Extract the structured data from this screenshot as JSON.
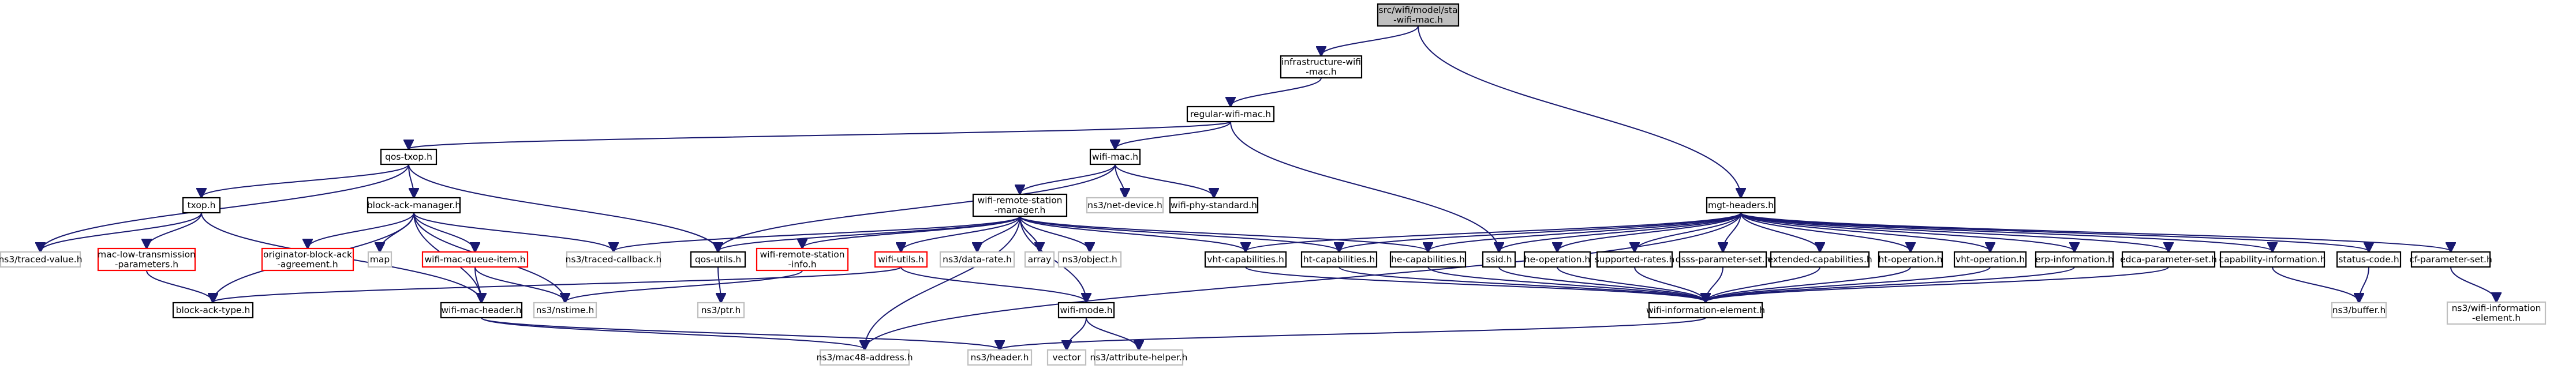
{
  "graph": {
    "colors": {
      "edge": "#191970",
      "node_border": "#000000",
      "current_fill": "#bfbfbf",
      "missing_border": "#bfbfbf",
      "truncated_border": "#ff0000"
    },
    "nodes": [
      {
        "id": "root",
        "lines": [
          "src/wifi/model/sta",
          "-wifi-mac.h"
        ],
        "style": "current"
      },
      {
        "id": "infra",
        "lines": [
          "infrastructure-wifi",
          "-mac.h"
        ],
        "style": "normal"
      },
      {
        "id": "regular",
        "lines": [
          "regular-wifi-mac.h"
        ],
        "style": "normal"
      },
      {
        "id": "qostxop",
        "lines": [
          "qos-txop.h"
        ],
        "style": "normal"
      },
      {
        "id": "wifimac",
        "lines": [
          "wifi-mac.h"
        ],
        "style": "normal"
      },
      {
        "id": "mgt",
        "lines": [
          "mgt-headers.h"
        ],
        "style": "normal"
      },
      {
        "id": "txop",
        "lines": [
          "txop.h"
        ],
        "style": "normal"
      },
      {
        "id": "bam",
        "lines": [
          "block-ack-manager.h"
        ],
        "style": "normal"
      },
      {
        "id": "wrsm",
        "lines": [
          "wifi-remote-station",
          "-manager.h"
        ],
        "style": "normal"
      },
      {
        "id": "netdev",
        "lines": [
          "ns3/net-device.h"
        ],
        "style": "missing"
      },
      {
        "id": "phystd",
        "lines": [
          "wifi-phy-standard.h"
        ],
        "style": "normal"
      },
      {
        "id": "tracedval",
        "lines": [
          "ns3/traced-value.h"
        ],
        "style": "missing"
      },
      {
        "id": "maclow",
        "lines": [
          "mac-low-transmission",
          "-parameters.h"
        ],
        "style": "truncated"
      },
      {
        "id": "origbam",
        "lines": [
          "originator-block-ack",
          "-agreement.h"
        ],
        "style": "truncated"
      },
      {
        "id": "map",
        "lines": [
          "map"
        ],
        "style": "missing"
      },
      {
        "id": "queueitem",
        "lines": [
          "wifi-mac-queue-item.h"
        ],
        "style": "truncated"
      },
      {
        "id": "tracedcb",
        "lines": [
          "ns3/traced-callback.h"
        ],
        "style": "missing"
      },
      {
        "id": "qosutils",
        "lines": [
          "qos-utils.h"
        ],
        "style": "normal"
      },
      {
        "id": "wrsinfo",
        "lines": [
          "wifi-remote-station",
          "-info.h"
        ],
        "style": "truncated"
      },
      {
        "id": "wifiutils",
        "lines": [
          "wifi-utils.h"
        ],
        "style": "truncated"
      },
      {
        "id": "datarate",
        "lines": [
          "ns3/data-rate.h"
        ],
        "style": "missing"
      },
      {
        "id": "array",
        "lines": [
          "array"
        ],
        "style": "missing"
      },
      {
        "id": "object",
        "lines": [
          "ns3/object.h"
        ],
        "style": "missing"
      },
      {
        "id": "vhtcap",
        "lines": [
          "vht-capabilities.h"
        ],
        "style": "normal"
      },
      {
        "id": "htcap",
        "lines": [
          "ht-capabilities.h"
        ],
        "style": "normal"
      },
      {
        "id": "hecap",
        "lines": [
          "he-capabilities.h"
        ],
        "style": "normal"
      },
      {
        "id": "ssid",
        "lines": [
          "ssid.h"
        ],
        "style": "normal"
      },
      {
        "id": "heop",
        "lines": [
          "he-operation.h"
        ],
        "style": "normal"
      },
      {
        "id": "suprates",
        "lines": [
          "supported-rates.h"
        ],
        "style": "normal"
      },
      {
        "id": "dsss",
        "lines": [
          "dsss-parameter-set.h"
        ],
        "style": "normal"
      },
      {
        "id": "extcap",
        "lines": [
          "extended-capabilities.h"
        ],
        "style": "normal"
      },
      {
        "id": "htop",
        "lines": [
          "ht-operation.h"
        ],
        "style": "normal"
      },
      {
        "id": "vhtop",
        "lines": [
          "vht-operation.h"
        ],
        "style": "normal"
      },
      {
        "id": "erp",
        "lines": [
          "erp-information.h"
        ],
        "style": "normal"
      },
      {
        "id": "edca",
        "lines": [
          "edca-parameter-set.h"
        ],
        "style": "normal"
      },
      {
        "id": "capinfo",
        "lines": [
          "capability-information.h"
        ],
        "style": "normal"
      },
      {
        "id": "status",
        "lines": [
          "status-code.h"
        ],
        "style": "normal"
      },
      {
        "id": "cfparam",
        "lines": [
          "cf-parameter-set.h"
        ],
        "style": "normal"
      },
      {
        "id": "bat",
        "lines": [
          "block-ack-type.h"
        ],
        "style": "normal"
      },
      {
        "id": "macheader",
        "lines": [
          "wifi-mac-header.h"
        ],
        "style": "normal"
      },
      {
        "id": "nstime",
        "lines": [
          "ns3/nstime.h"
        ],
        "style": "missing"
      },
      {
        "id": "ptr",
        "lines": [
          "ns3/ptr.h"
        ],
        "style": "missing"
      },
      {
        "id": "wifimode",
        "lines": [
          "wifi-mode.h"
        ],
        "style": "normal"
      },
      {
        "id": "wie",
        "lines": [
          "wifi-information-element.h"
        ],
        "style": "normal"
      },
      {
        "id": "buffer",
        "lines": [
          "ns3/buffer.h"
        ],
        "style": "missing"
      },
      {
        "id": "wiie",
        "lines": [
          "ns3/wifi-information",
          "-element.h"
        ],
        "style": "missing"
      },
      {
        "id": "mac48",
        "lines": [
          "ns3/mac48-address.h"
        ],
        "style": "missing"
      },
      {
        "id": "header",
        "lines": [
          "ns3/header.h"
        ],
        "style": "missing"
      },
      {
        "id": "vector",
        "lines": [
          "vector"
        ],
        "style": "missing"
      },
      {
        "id": "attrhelper",
        "lines": [
          "ns3/attribute-helper.h"
        ],
        "style": "missing"
      }
    ],
    "edges": [
      [
        "root",
        "infra"
      ],
      [
        "root",
        "mgt"
      ],
      [
        "infra",
        "regular"
      ],
      [
        "regular",
        "qostxop"
      ],
      [
        "regular",
        "wifimac"
      ],
      [
        "regular",
        "ssid"
      ],
      [
        "qostxop",
        "txop"
      ],
      [
        "qostxop",
        "bam"
      ],
      [
        "qostxop",
        "qosutils"
      ],
      [
        "qostxop",
        "tracedval"
      ],
      [
        "wifimac",
        "wrsm"
      ],
      [
        "wifimac",
        "netdev"
      ],
      [
        "wifimac",
        "phystd"
      ],
      [
        "wifimac",
        "qosutils"
      ],
      [
        "txop",
        "tracedval"
      ],
      [
        "txop",
        "maclow"
      ],
      [
        "txop",
        "macheader"
      ],
      [
        "maclow",
        "bat"
      ],
      [
        "bam",
        "bat"
      ],
      [
        "bam",
        "origbam"
      ],
      [
        "bam",
        "map"
      ],
      [
        "bam",
        "queueitem"
      ],
      [
        "bam",
        "macheader"
      ],
      [
        "bam",
        "tracedcb"
      ],
      [
        "bam",
        "nstime"
      ],
      [
        "queueitem",
        "macheader"
      ],
      [
        "queueitem",
        "nstime"
      ],
      [
        "wrsm",
        "tracedcb"
      ],
      [
        "wrsm",
        "qosutils"
      ],
      [
        "wrsm",
        "wrsinfo"
      ],
      [
        "wrsm",
        "wifiutils"
      ],
      [
        "wrsm",
        "datarate"
      ],
      [
        "wrsm",
        "array"
      ],
      [
        "wrsm",
        "object"
      ],
      [
        "wrsm",
        "wifimode"
      ],
      [
        "wrsm",
        "vhtcap"
      ],
      [
        "wrsm",
        "htcap"
      ],
      [
        "wrsm",
        "hecap"
      ],
      [
        "wrsm",
        "mac48"
      ],
      [
        "qosutils",
        "ptr"
      ],
      [
        "wrsinfo",
        "nstime"
      ],
      [
        "wifiutils",
        "bat"
      ],
      [
        "wifiutils",
        "wifimode"
      ],
      [
        "wifimode",
        "vector"
      ],
      [
        "wifimode",
        "attrhelper"
      ],
      [
        "macheader",
        "mac48"
      ],
      [
        "macheader",
        "header"
      ],
      [
        "mgt",
        "vhtcap"
      ],
      [
        "mgt",
        "htcap"
      ],
      [
        "mgt",
        "hecap"
      ],
      [
        "mgt",
        "ssid"
      ],
      [
        "mgt",
        "heop"
      ],
      [
        "mgt",
        "suprates"
      ],
      [
        "mgt",
        "dsss"
      ],
      [
        "mgt",
        "extcap"
      ],
      [
        "mgt",
        "htop"
      ],
      [
        "mgt",
        "vhtop"
      ],
      [
        "mgt",
        "erp"
      ],
      [
        "mgt",
        "edca"
      ],
      [
        "mgt",
        "capinfo"
      ],
      [
        "mgt",
        "status"
      ],
      [
        "mgt",
        "cfparam"
      ],
      [
        "mgt",
        "mac48"
      ],
      [
        "vhtcap",
        "wie"
      ],
      [
        "htcap",
        "wie"
      ],
      [
        "hecap",
        "wie"
      ],
      [
        "ssid",
        "wie"
      ],
      [
        "heop",
        "wie"
      ],
      [
        "suprates",
        "wie"
      ],
      [
        "dsss",
        "wie"
      ],
      [
        "extcap",
        "wie"
      ],
      [
        "htop",
        "wie"
      ],
      [
        "vhtop",
        "wie"
      ],
      [
        "erp",
        "wie"
      ],
      [
        "edca",
        "wie"
      ],
      [
        "capinfo",
        "buffer"
      ],
      [
        "status",
        "buffer"
      ],
      [
        "cfparam",
        "wiie"
      ],
      [
        "wie",
        "header"
      ]
    ]
  }
}
